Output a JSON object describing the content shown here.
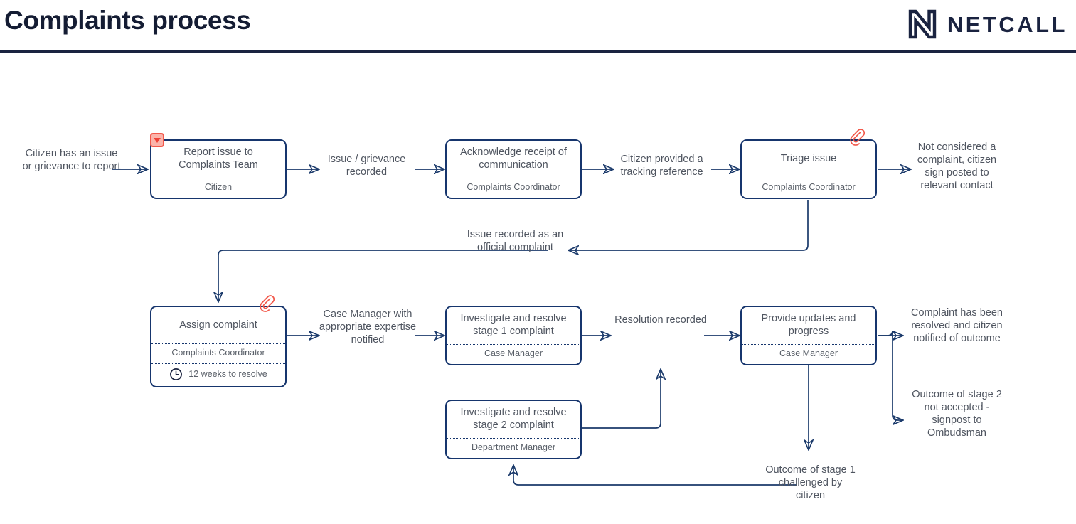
{
  "header": {
    "title": "Complaints process",
    "brand_name": "NETCALL",
    "brand_mark_icon": "netcall-n-logo-icon"
  },
  "colors": {
    "node_border": "#16356d",
    "connector": "#1b3a6b",
    "text": "#4f5560",
    "title": "#141c33",
    "badge_red": "#ef4136",
    "badge_red_fill": "#fbb4ab",
    "header_rule": "#1a2340"
  },
  "diagram": {
    "type": "process-flow",
    "nodes": [
      {
        "id": "report-issue",
        "title": "Report issue to Complaints Team",
        "role": "Citizen",
        "badge": "flag-badge"
      },
      {
        "id": "acknowledge-receipt",
        "title": "Acknowledge receipt of communication",
        "role": "Complaints Coordinator",
        "badge": ""
      },
      {
        "id": "triage-issue",
        "title": "Triage issue",
        "role": "Complaints Coordinator",
        "badge": "paperclip-badge"
      },
      {
        "id": "assign-complaint",
        "title": "Assign complaint",
        "role": "Complaints Coordinator",
        "meta": "12 weeks to resolve",
        "meta_icon": "clock-icon",
        "badge": "paperclip-badge"
      },
      {
        "id": "investigate-stage-1",
        "title": "Investigate and resolve stage 1 complaint",
        "role": "Case Manager",
        "badge": ""
      },
      {
        "id": "investigate-stage-2",
        "title": "Investigate and resolve stage 2 complaint",
        "role": "Department Manager",
        "badge": ""
      },
      {
        "id": "provide-updates",
        "title": "Provide updates and progress",
        "role": "Case Manager",
        "badge": ""
      }
    ],
    "labels": [
      {
        "id": "start-trigger",
        "text": "Citizen has an issue or grievance to report"
      },
      {
        "id": "issue-recorded",
        "text": "Issue / grievance recorded"
      },
      {
        "id": "tracking-reference",
        "text": "Citizen provided a tracking reference"
      },
      {
        "id": "not-a-complaint",
        "text": "Not considered a complaint, citizen sign posted to relevant contact"
      },
      {
        "id": "official-complaint",
        "text": "Issue recorded as an official complaint"
      },
      {
        "id": "case-manager-notified",
        "text": "Case Manager with appropriate expertise notified"
      },
      {
        "id": "resolution-recorded",
        "text": "Resolution recorded"
      },
      {
        "id": "complaint-resolved",
        "text": "Complaint has been resolved and citizen notified of outcome"
      },
      {
        "id": "stage-2-not-accepted",
        "text": "Outcome of stage 2 not accepted - signpost to Ombudsman"
      },
      {
        "id": "stage-1-challenged",
        "text": "Outcome of stage 1 challenged by citizen"
      }
    ]
  }
}
